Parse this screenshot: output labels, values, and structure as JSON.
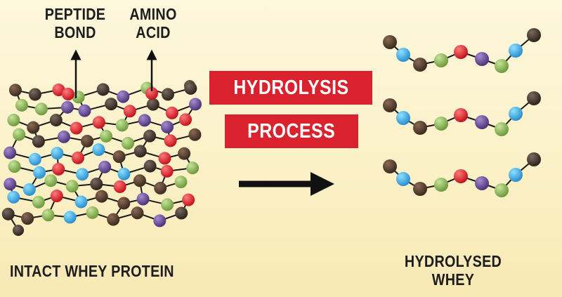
{
  "labels": {
    "peptide_bond": [
      "PEPTIDE",
      "BOND"
    ],
    "amino_acid": [
      "AMINO",
      "ACID"
    ],
    "hydrolysis": "HYDROLYSIS",
    "process": "PROCESS",
    "intact": "INTACT WHEY PROTEIN",
    "hydrolysed": [
      "HYDROLYSED",
      "WHEY"
    ]
  },
  "colors": {
    "red_box": "#d9222d",
    "amino_palette": [
      "#5a3a2a",
      "#3fb1e3",
      "#8cb85c",
      "#e3232d",
      "#6a4a94",
      "#4b3b33"
    ]
  }
}
